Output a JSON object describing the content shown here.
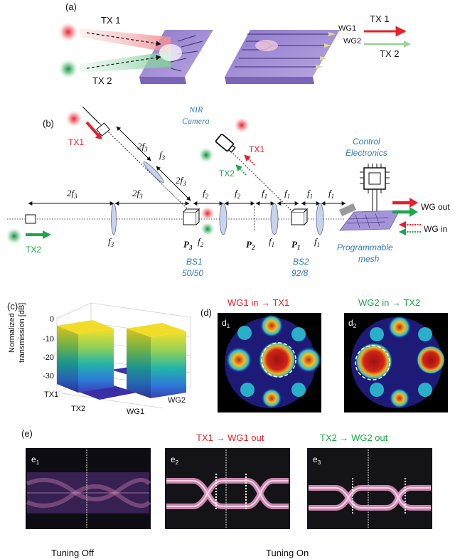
{
  "panels": {
    "a": "(a)",
    "b": "(b)",
    "c": "(c)",
    "d": "(d)",
    "e": "(e)"
  },
  "panel_a": {
    "tx1": "TX 1",
    "tx2": "TX 2",
    "wg1": "WG1",
    "wg2": "WG2",
    "out_tx1": "TX 1",
    "out_tx2": "TX 2"
  },
  "panel_b": {
    "nir_camera_1": "NIR",
    "nir_camera_2": "Camera",
    "tx1": "TX1",
    "tx2": "TX2",
    "cam_tx1": "TX1",
    "cam_tx2": "TX2",
    "control_1": "Control",
    "control_2": "Electronics",
    "wg_out": "WG out",
    "wg_in": "WG in",
    "mesh_1": "Programmable",
    "mesh_2": "mesh",
    "bs1_1": "BS1",
    "bs1_2": "50/50",
    "bs2_1": "BS2",
    "bs2_2": "92/8",
    "p3": "P",
    "p3s": "3",
    "p2": "P",
    "p2s": "2",
    "p1": "P",
    "p1s": "1",
    "f": "f",
    "two_f": "2f",
    "s3": "3",
    "s2": "2",
    "s1": "1"
  },
  "panel_c": {
    "ylabel_1": "Normalized",
    "ylabel_2": "transmission [dB]",
    "yticks": [
      "0",
      "-10",
      "-20",
      "-30"
    ],
    "row_labels": [
      "TX1",
      "TX2"
    ],
    "col_labels": [
      "WG1",
      "WG2"
    ]
  },
  "panel_d": {
    "title_1": "WG1 in → TX1",
    "title_2": "WG2 in → TX2",
    "sub_1": "d",
    "sub_1s": "1",
    "sub_2": "d",
    "sub_2s": "2"
  },
  "panel_e": {
    "title_2": "TX1 → WG1 out",
    "title_3": "TX2 → WG2 out",
    "sub_1": "e",
    "sub_1s": "1",
    "sub_2": "e",
    "sub_2s": "2",
    "sub_3": "e",
    "sub_3s": "3",
    "caption_off": "Tuning Off",
    "caption_on": "Tuning On"
  },
  "colors": {
    "red": "#e8202a",
    "green": "#1aa84a",
    "blue": "#2e7cc0",
    "lens": "#c8d4ec",
    "heat_bg": "#12126e"
  }
}
